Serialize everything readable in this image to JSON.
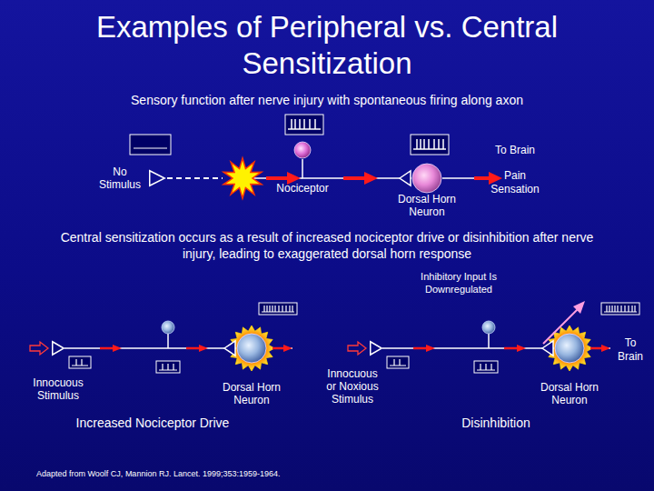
{
  "diagram": {
    "title": "Examples of Peripheral vs. Central Sensitization",
    "caption": "Adapted from Woolf CJ, Mannion RJ. Lancet. 1999;353:1959-1964.",
    "nodes": [
      {
        "text": [
          "No Stimulus"
        ]
      },
      {
        "text": [
          "Nociceptor"
        ]
      },
      {
        "text": [
          "Dorsal Horn Neuron"
        ]
      },
      {
        "text": [
          "Innocuous Stimulus"
        ]
      },
      {
        "text": [
          "Dorsal Horn Neuron"
        ]
      },
      {
        "text": [
          "Innocuous or Noxious Stimulus"
        ]
      },
      {
        "text": [
          "Dorsal Horn Neuron"
        ]
      }
    ],
    "edges": [
      {
        "from": 1,
        "to": 2,
        "arrow": "to"
      },
      {
        "from": 3,
        "to": 4,
        "arrow": "to"
      },
      {
        "from": 5,
        "to": 6,
        "arrow": "to"
      }
    ],
    "labels": [
      "Sensory function after nerve injury with spontaneous firing along axon",
      "To Brain",
      "Pain Sensation",
      "Central sensitization occurs as a result of increased nociceptor drive or disinhibition after nerve injury, leading to exaggerated dorsal horn response",
      "Inhibitory Input Is Downregulated",
      "To Brain",
      "Increased Nociceptor Drive",
      "Disinhibition"
    ]
  }
}
